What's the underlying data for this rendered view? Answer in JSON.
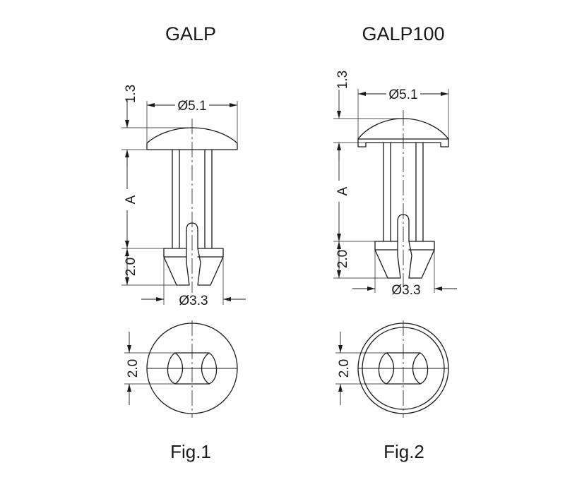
{
  "fig1": {
    "title": "GALP",
    "caption": "Fig.1",
    "dim_head_thickness": "1.3",
    "dim_head_diameter": "Ø5.1",
    "dim_length": "A",
    "dim_tip_length": "2.0",
    "dim_tip_diameter": "Ø3.3",
    "dim_slot_width": "2.0"
  },
  "fig2": {
    "title": "GALP100",
    "caption": "Fig.2",
    "dim_head_thickness": "1.3",
    "dim_head_diameter": "Ø5.1",
    "dim_length": "A",
    "dim_tip_length": "2.0",
    "dim_tip_diameter": "Ø3.3",
    "dim_slot_width": "2.0"
  }
}
